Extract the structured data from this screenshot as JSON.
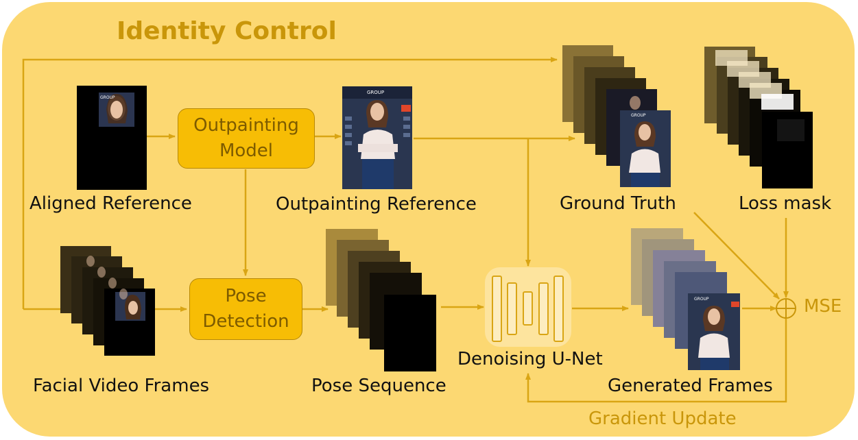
{
  "title": "Identity Control",
  "boxes": {
    "outpainting_model": [
      "Outpainting",
      "Model"
    ],
    "pose_detection": [
      "Pose",
      "Detection"
    ]
  },
  "labels": {
    "aligned_reference": "Aligned Reference",
    "outpainting_reference": "Outpainting Reference",
    "ground_truth": "Ground Truth",
    "loss_mask": "Loss mask",
    "facial_video_frames": "Facial Video Frames",
    "pose_sequence": "Pose Sequence",
    "denoising_unet": "Denoising U-Net",
    "generated_frames": "Generated Frames",
    "mse": "MSE",
    "gradient_update": "Gradient Update"
  },
  "image_text": "GROUP",
  "colors": {
    "background": "#fcd872",
    "box_fill": "#f7bd05",
    "arrow": "#d9a514",
    "title": "#c9960a"
  }
}
